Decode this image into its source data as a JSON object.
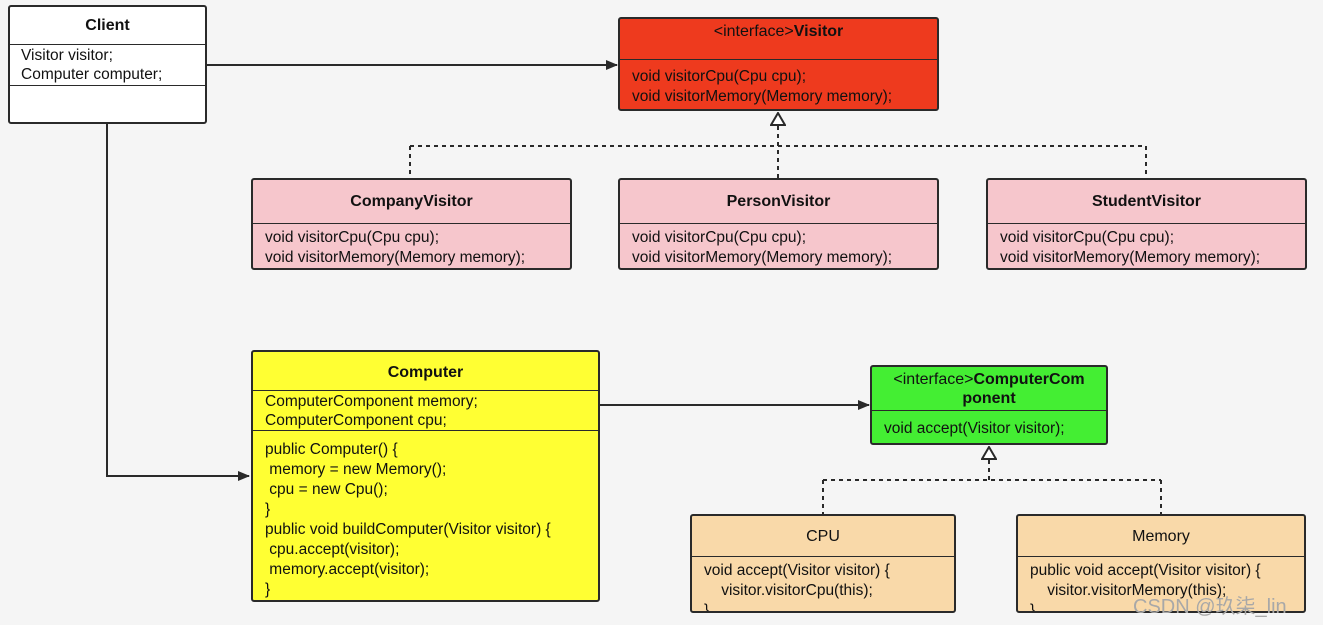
{
  "client": {
    "title": "Client",
    "attributes": [
      "Visitor visitor;",
      "Computer computer;"
    ]
  },
  "visitor_interface": {
    "stereotype": "<interface>",
    "name": "Visitor",
    "methods": [
      "void visitorCpu(Cpu cpu);",
      "void visitorMemory(Memory memory);"
    ]
  },
  "company_visitor": {
    "title": "CompanyVisitor",
    "methods": [
      "void visitorCpu(Cpu cpu);",
      "void visitorMemory(Memory memory);"
    ]
  },
  "person_visitor": {
    "title": "PersonVisitor",
    "methods": [
      "void visitorCpu(Cpu cpu);",
      "void visitorMemory(Memory memory);"
    ]
  },
  "student_visitor": {
    "title": "StudentVisitor",
    "methods": [
      "void visitorCpu(Cpu cpu);",
      "void visitorMemory(Memory memory);"
    ]
  },
  "computer": {
    "title": "Computer",
    "attributes": [
      "ComputerComponent memory;",
      "ComputerComponent cpu;"
    ],
    "methods": [
      "public Computer() {",
      " memory = new Memory();",
      " cpu = new Cpu();",
      "}",
      "public void buildComputer(Visitor visitor) {",
      " cpu.accept(visitor);",
      " memory.accept(visitor);",
      "}"
    ]
  },
  "component_interface": {
    "stereotype": "<interface>",
    "name_line1": "ComputerCom",
    "name_line2": "ponent",
    "methods": [
      "void accept(Visitor visitor);"
    ]
  },
  "cpu": {
    "title": "CPU",
    "methods": [
      "void accept(Visitor visitor) {",
      "    visitor.visitorCpu(this);",
      "}"
    ]
  },
  "memory": {
    "title": "Memory",
    "methods": [
      "public void accept(Visitor visitor) {",
      "    visitor.visitorMemory(this);",
      "}"
    ]
  },
  "colors": {
    "visitor_interface": "#ee3a1e",
    "concrete_visitor": "#f6c6cc",
    "computer": "#ffff33",
    "component_interface": "#44ee33",
    "concrete_element": "#f9d9a9",
    "client": "#ffffff"
  },
  "watermark": "CSDN @玖柒_lin"
}
